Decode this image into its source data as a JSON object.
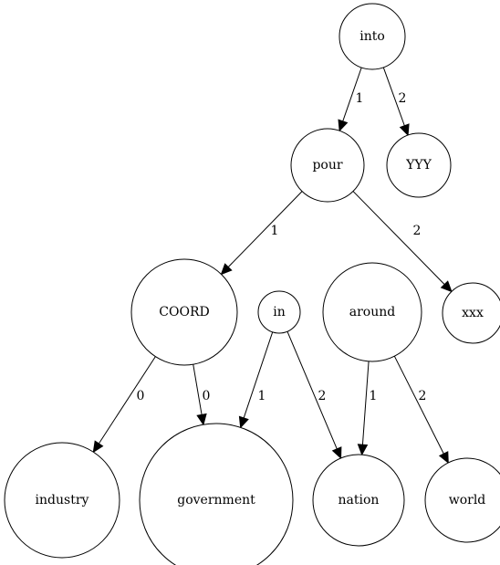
{
  "nodes": [
    {
      "id": "into",
      "label": "into"
    },
    {
      "id": "pour",
      "label": "pour"
    },
    {
      "id": "YYY",
      "label": "YYY"
    },
    {
      "id": "COORD",
      "label": "COORD"
    },
    {
      "id": "in",
      "label": "in"
    },
    {
      "id": "around",
      "label": "around"
    },
    {
      "id": "xxx",
      "label": "xxx"
    },
    {
      "id": "industry",
      "label": "industry"
    },
    {
      "id": "government",
      "label": "government"
    },
    {
      "id": "nation",
      "label": "nation"
    },
    {
      "id": "world",
      "label": "world"
    }
  ],
  "edges": [
    {
      "from": "into",
      "to": "pour",
      "label": "1"
    },
    {
      "from": "into",
      "to": "YYY",
      "label": "2"
    },
    {
      "from": "pour",
      "to": "COORD",
      "label": "1"
    },
    {
      "from": "pour",
      "to": "xxx",
      "label": "2"
    },
    {
      "from": "COORD",
      "to": "industry",
      "label": "0"
    },
    {
      "from": "COORD",
      "to": "government",
      "label": "0"
    },
    {
      "from": "in",
      "to": "government",
      "label": "1"
    },
    {
      "from": "in",
      "to": "nation",
      "label": "2"
    },
    {
      "from": "around",
      "to": "nation",
      "label": "1"
    },
    {
      "from": "around",
      "to": "world",
      "label": "2"
    }
  ]
}
